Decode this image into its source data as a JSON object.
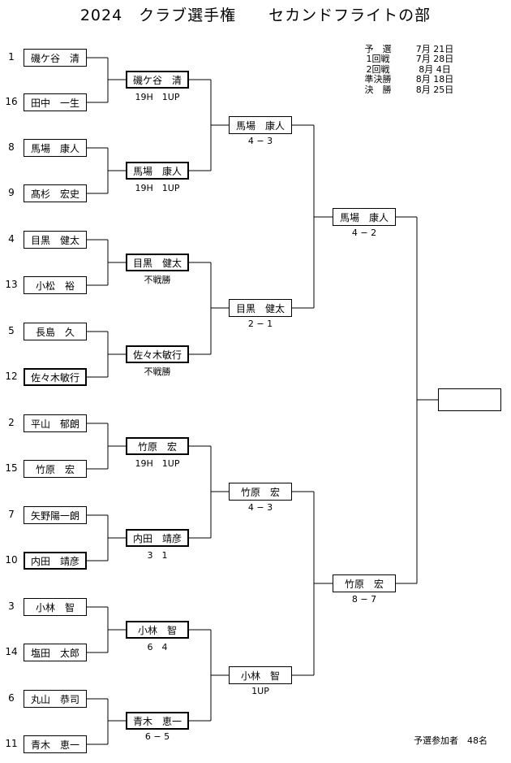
{
  "title": "2024　クラブ選手権　　セカンドフライトの部",
  "schedule": [
    {
      "round": "予　選",
      "date": "7月 21日"
    },
    {
      "round": "1回戦",
      "date": "7月 28日"
    },
    {
      "round": "2回戦",
      "date": "8月 4日"
    },
    {
      "round": "準決勝",
      "date": "8月 18日"
    },
    {
      "round": "決　勝",
      "date": "8月 25日"
    }
  ],
  "participants_note": "予選参加者　48名",
  "first_round": [
    {
      "seed": "1",
      "name": "磯ケ谷　清"
    },
    {
      "seed": "16",
      "name": "田中　一生"
    },
    {
      "seed": "8",
      "name": "馬場　康人"
    },
    {
      "seed": "9",
      "name": "髙杉　宏史"
    },
    {
      "seed": "4",
      "name": "目黒　健太"
    },
    {
      "seed": "13",
      "name": "小松　裕"
    },
    {
      "seed": "5",
      "name": "長島　久"
    },
    {
      "seed": "12",
      "name": "佐々木敏行"
    },
    {
      "seed": "2",
      "name": "平山　郁朗"
    },
    {
      "seed": "15",
      "name": "竹原　宏"
    },
    {
      "seed": "7",
      "name": "矢野陽一朗"
    },
    {
      "seed": "10",
      "name": "内田　靖彦"
    },
    {
      "seed": "3",
      "name": "小林　智"
    },
    {
      "seed": "14",
      "name": "塩田　太郎"
    },
    {
      "seed": "6",
      "name": "丸山　恭司"
    },
    {
      "seed": "11",
      "name": "青木　恵一"
    }
  ],
  "second_round": [
    {
      "name": "磯ケ谷　清",
      "score": "19H　1UP"
    },
    {
      "name": "馬場　康人",
      "score": "19H　1UP"
    },
    {
      "name": "目黒　健太",
      "score": "不戦勝"
    },
    {
      "name": "佐々木敏行",
      "score": "不戦勝"
    },
    {
      "name": "竹原　宏",
      "score": "19H　1UP"
    },
    {
      "name": "内田　靖彦",
      "score": "3　1"
    },
    {
      "name": "小林　智",
      "score": "6　4"
    },
    {
      "name": "青木　恵一",
      "score": "6 − 5"
    }
  ],
  "quarter_final": [
    {
      "name": "馬場　康人",
      "score": "4 − 3"
    },
    {
      "name": "目黒　健太",
      "score": "2 − 1"
    },
    {
      "name": "竹原　宏",
      "score": "4 − 3"
    },
    {
      "name": "小林　智",
      "score": "1UP"
    }
  ],
  "semi_final": [
    {
      "name": "馬場　康人",
      "score": "4 − 2"
    },
    {
      "name": "竹原　宏",
      "score": "8 − 7"
    }
  ],
  "final": {
    "name": ""
  }
}
